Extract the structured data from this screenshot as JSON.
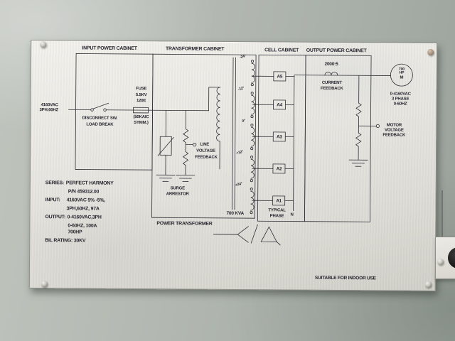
{
  "colors": {
    "wall": "#aeb5ae",
    "plate": "#e9e8e3",
    "linework": "#2c2c34"
  },
  "plate": {
    "cabinets": {
      "input": "INPUT POWER CABINET",
      "transformer": "TRANSFORMER CABINET",
      "cell": "CELL CABINET",
      "output": "OUTPUT POWER CABINET"
    },
    "incoming": {
      "line1": "4160VAC",
      "line2": "3PH,60HZ"
    },
    "disconnect": {
      "line1": "DISCONNECT SW.",
      "line2": "LOAD BREAK"
    },
    "fuse": {
      "line1": "FUSE",
      "line2": "5.5KV",
      "line3": "120E",
      "line4": "(50KAIC",
      "line5": "SYMM.)"
    },
    "surge": {
      "line1": "SURGE",
      "line2": "ARRESTOR"
    },
    "line_feedback": {
      "line1": "LINE",
      "line2": "VOLTAGE",
      "line3": "FEEDBACK"
    },
    "transformer": {
      "kva": "700 KVA",
      "name": "POWER TRANSFORMER",
      "phase_shifts": [
        "-24°",
        "-12°",
        "0°",
        "+12°",
        "+24°"
      ]
    },
    "cells": {
      "ids": [
        "A5",
        "A4",
        "A3",
        "A2",
        "A1"
      ],
      "typical_line1": "TYPICAL",
      "typical_line2": "PHASE",
      "neutral": "N"
    },
    "ct": {
      "ratio": "2000:5",
      "line1": "CURRENT",
      "line2": "FEEDBACK"
    },
    "motor": {
      "hp_value": "700",
      "hp_unit": "HP",
      "m": "M",
      "line1": "0-4160VAC",
      "line2": "3 PHASE",
      "line3": "0-60HZ"
    },
    "motor_feedback": {
      "line1": "MOTOR",
      "line2": "VOLTAGE",
      "line3": "FEEDBACK"
    },
    "specs": {
      "series_label": "SERIES:",
      "series_value": "PERFECT HARMONY",
      "pn": "P/N 459312.00",
      "input_label": "INPUT:",
      "input_value": "4160VAC 5% -5%,",
      "input_line2": "3PH,60HZ, 97A",
      "output_label": "OUTPUT:",
      "output_value": "0-4160VAC,3PH",
      "output_line2": "0-60HZ, 100A",
      "output_line3": "700HP",
      "bil": "BIL RATING: 30KV"
    },
    "footer": "SUITABLE FOR INDOOR USE"
  }
}
